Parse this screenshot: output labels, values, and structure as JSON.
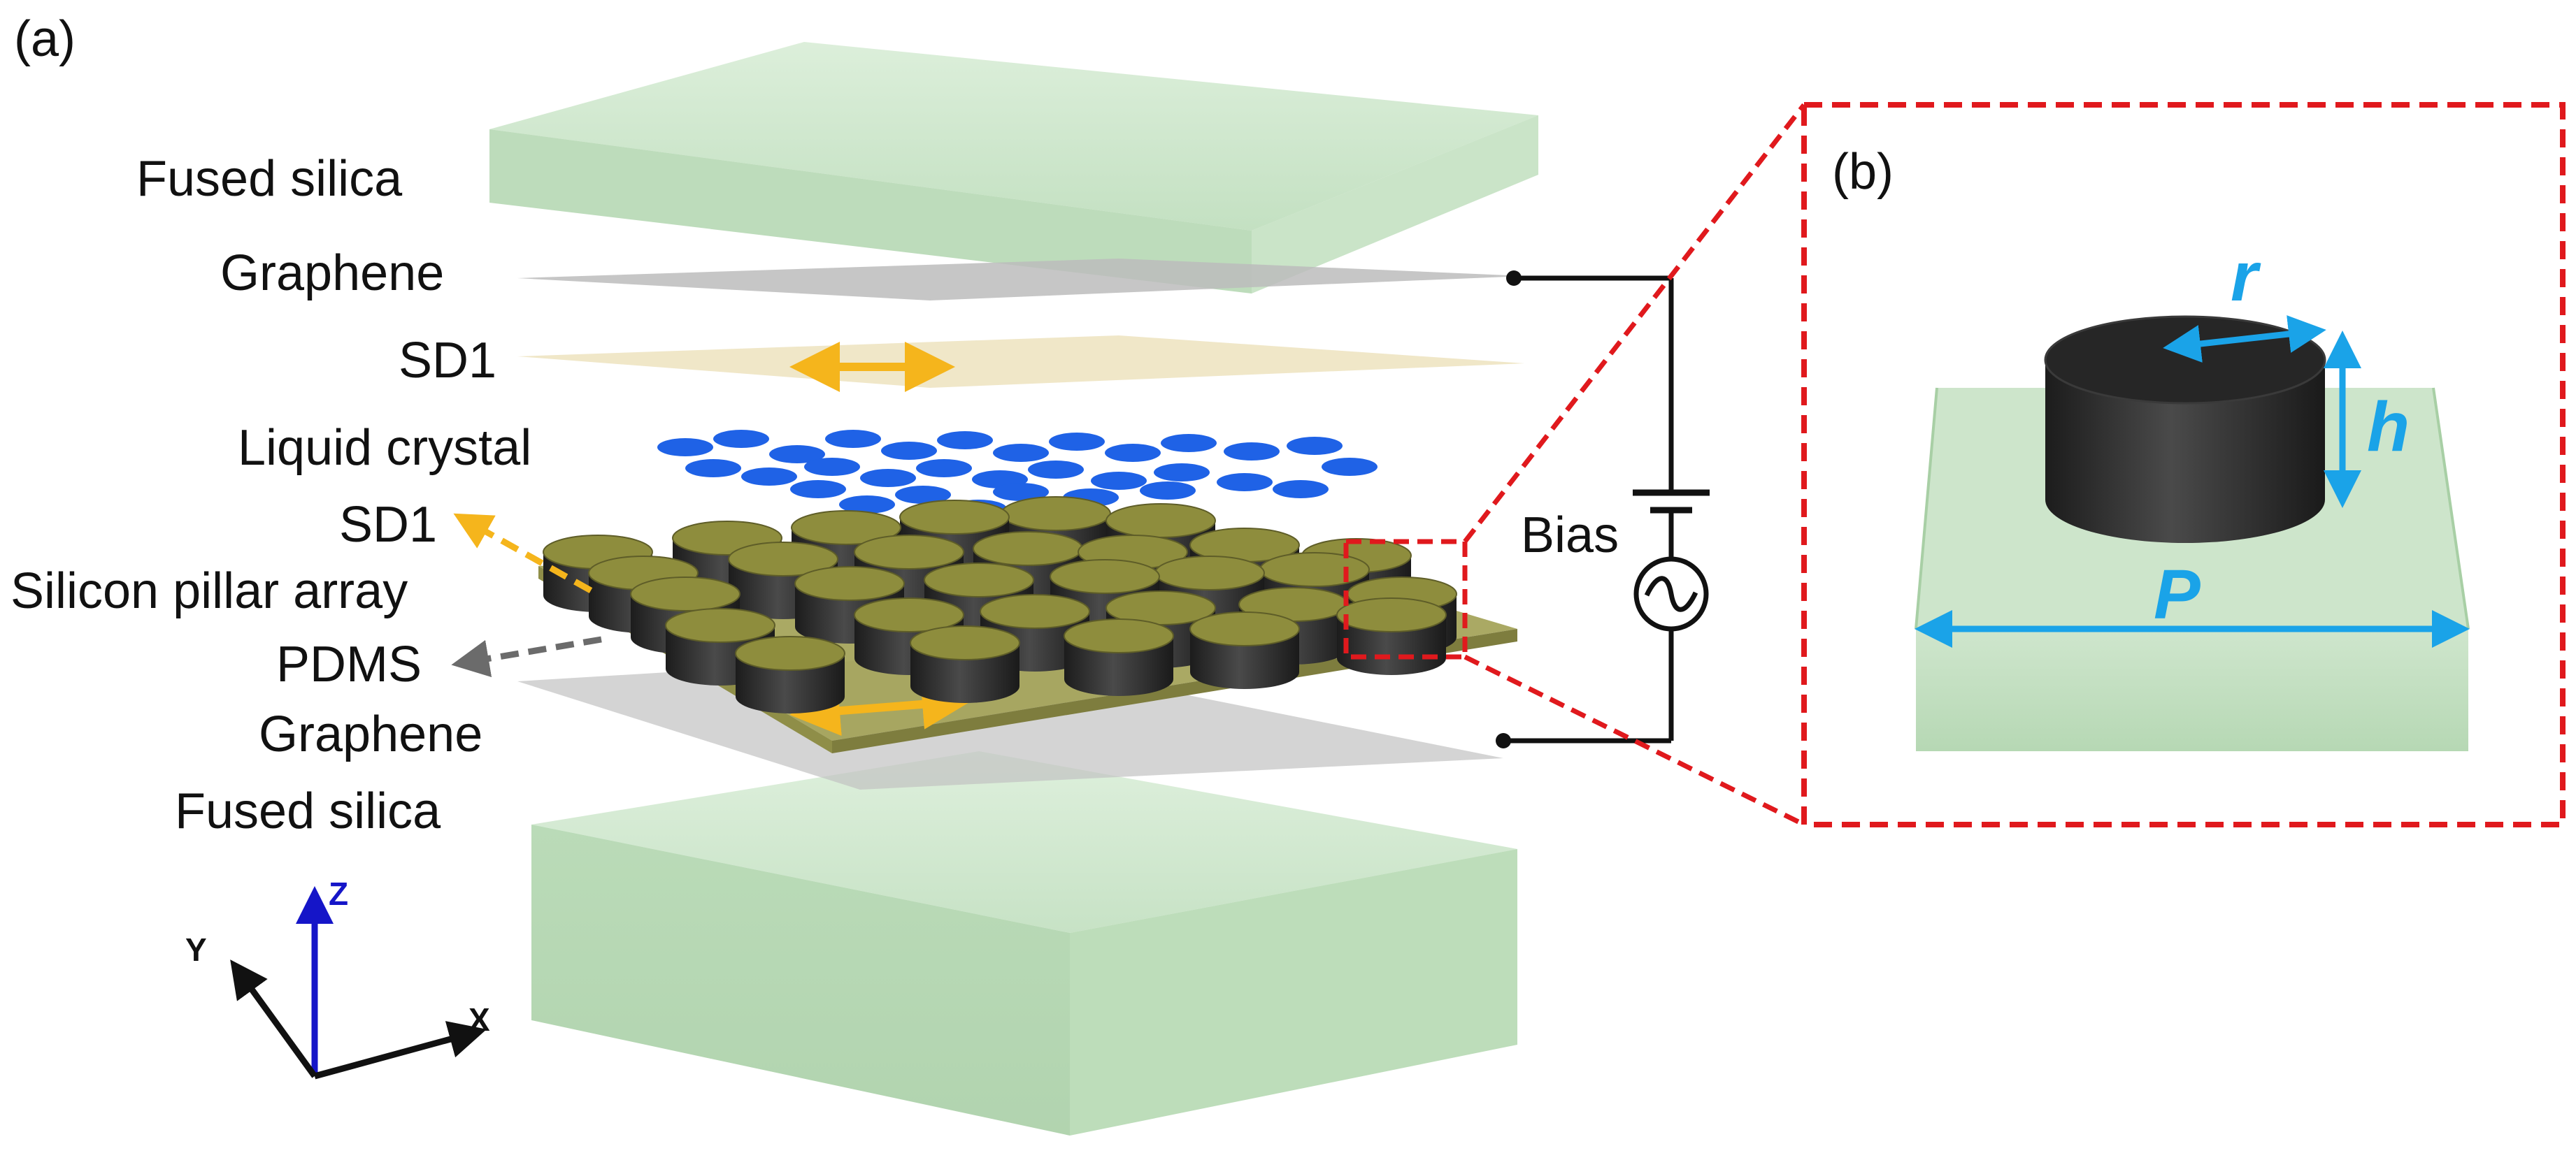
{
  "panels": {
    "a": "(a)",
    "b": "(b)"
  },
  "layers": {
    "top_silica": "Fused silica",
    "top_graphene": "Graphene",
    "top_sd1": "SD1",
    "liquid_crystal": "Liquid crystal",
    "bottom_sd1": "SD1",
    "pillar_array": "Silicon pillar array",
    "pdms": "PDMS",
    "bottom_graphene": "Graphene",
    "bottom_silica": "Fused silica"
  },
  "circuit": {
    "bias": "Bias"
  },
  "axes": {
    "x": "X",
    "y": "Y",
    "z": "Z"
  },
  "unit_cell": {
    "radius": "r",
    "height": "h",
    "period": "P"
  },
  "colors": {
    "silica": "#b9dcb9",
    "graphene": "#bdbdbd",
    "sd1": "#efe6c6",
    "liquid_crystal": "#1f62e6",
    "pillar": "#2b2b2b",
    "pillar_top": "#8f8f3a",
    "pdms": "#a8a65a",
    "orientation_arrow": "#f5b51c",
    "inset_border": "#e0191d",
    "dimension": "#1aa3e8"
  }
}
